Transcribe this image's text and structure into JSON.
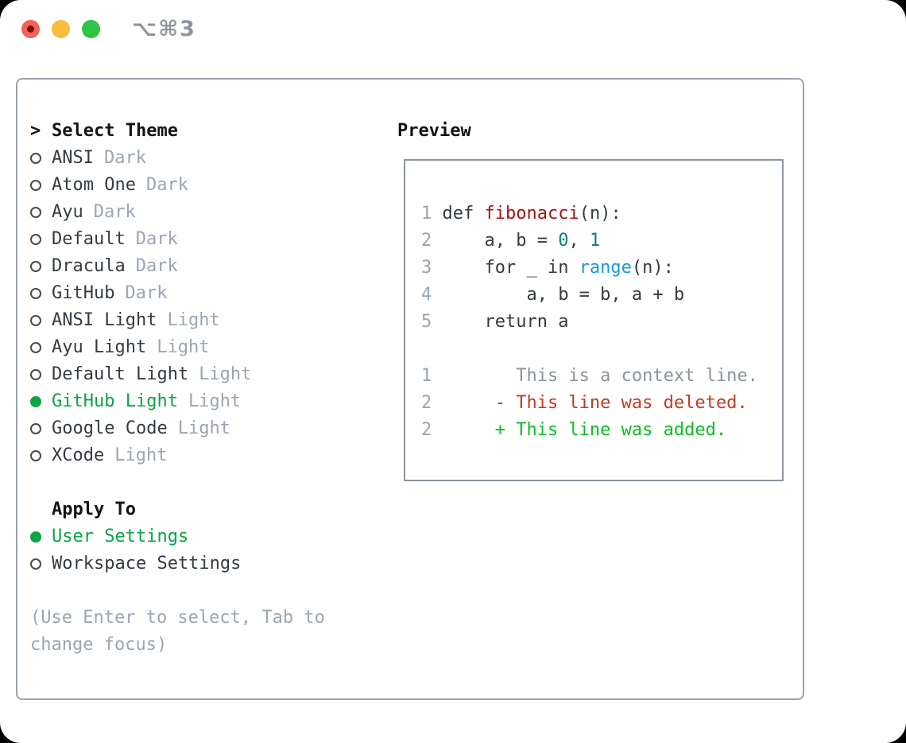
{
  "window": {
    "title": "⌥⌘3"
  },
  "left": {
    "header_prefix": ">",
    "header_label": "Select Theme",
    "items": [
      {
        "name": "ANSI",
        "variant": "Dark",
        "selected": false
      },
      {
        "name": "Atom One",
        "variant": "Dark",
        "selected": false
      },
      {
        "name": "Ayu",
        "variant": "Dark",
        "selected": false
      },
      {
        "name": "Default",
        "variant": "Dark",
        "selected": false
      },
      {
        "name": "Dracula",
        "variant": "Dark",
        "selected": false
      },
      {
        "name": "GitHub",
        "variant": "Dark",
        "selected": false
      },
      {
        "name": "ANSI Light",
        "variant": "Light",
        "selected": false
      },
      {
        "name": "Ayu Light",
        "variant": "Light",
        "selected": false
      },
      {
        "name": "Default Light",
        "variant": "Light",
        "selected": false
      },
      {
        "name": "GitHub Light",
        "variant": "Light",
        "selected": true
      },
      {
        "name": "Google Code",
        "variant": "Light",
        "selected": false
      },
      {
        "name": "XCode",
        "variant": "Light",
        "selected": false
      }
    ],
    "apply_header": "Apply To",
    "apply_options": [
      {
        "name": "User Settings",
        "selected": true
      },
      {
        "name": "Workspace Settings",
        "selected": false
      }
    ],
    "hint_line1": "(Use Enter to select, Tab to",
    "hint_line2": "change focus)"
  },
  "preview": {
    "title": "Preview",
    "python_lines": [
      {
        "num": "1",
        "segments": [
          {
            "text": "def ",
            "style": "plain"
          },
          {
            "text": "fibonacci",
            "style": "func"
          },
          {
            "text": "(n):",
            "style": "plain"
          }
        ]
      },
      {
        "num": "2",
        "segments": [
          {
            "text": "    a, b = ",
            "style": "plain"
          },
          {
            "text": "0",
            "style": "num"
          },
          {
            "text": ", ",
            "style": "plain"
          },
          {
            "text": "1",
            "style": "num"
          }
        ]
      },
      {
        "num": "3",
        "segments": [
          {
            "text": "    for _ in ",
            "style": "plain"
          },
          {
            "text": "range",
            "style": "builtin"
          },
          {
            "text": "(n):",
            "style": "plain"
          }
        ]
      },
      {
        "num": "4",
        "segments": [
          {
            "text": "        a, b = b, a + b",
            "style": "plain"
          }
        ]
      },
      {
        "num": "5",
        "segments": [
          {
            "text": "    return a",
            "style": "plain"
          }
        ]
      }
    ],
    "diff_lines": [
      {
        "num": "1",
        "marker": "",
        "text": "This is a context line.",
        "style": "ctx"
      },
      {
        "num": "2",
        "marker": "-",
        "text": "This line was deleted.",
        "style": "del"
      },
      {
        "num": "2",
        "marker": "+",
        "text": "This line was added.",
        "style": "add"
      }
    ]
  },
  "colors": {
    "ink": "#343b42",
    "header-ink": "#111519",
    "muted": "#9ba6b2",
    "lineno": "#9aa5b1",
    "accent-green": "#0aa544",
    "diff-add": "#0abf23",
    "diff-del": "#c43a20",
    "diff-ctx": "#8b949d",
    "tok-func": "#a31515",
    "tok-num": "#0d7d80",
    "tok-builtin": "#179bd5",
    "panel-border": "#9aa3ae",
    "preview-border": "#8c96a0",
    "title-gray": "#8f959c",
    "light-red": "#f2615a",
    "light-red-dot": "#7d1408",
    "light-yellow": "#f8bd3e",
    "light-green": "#2ec543"
  }
}
